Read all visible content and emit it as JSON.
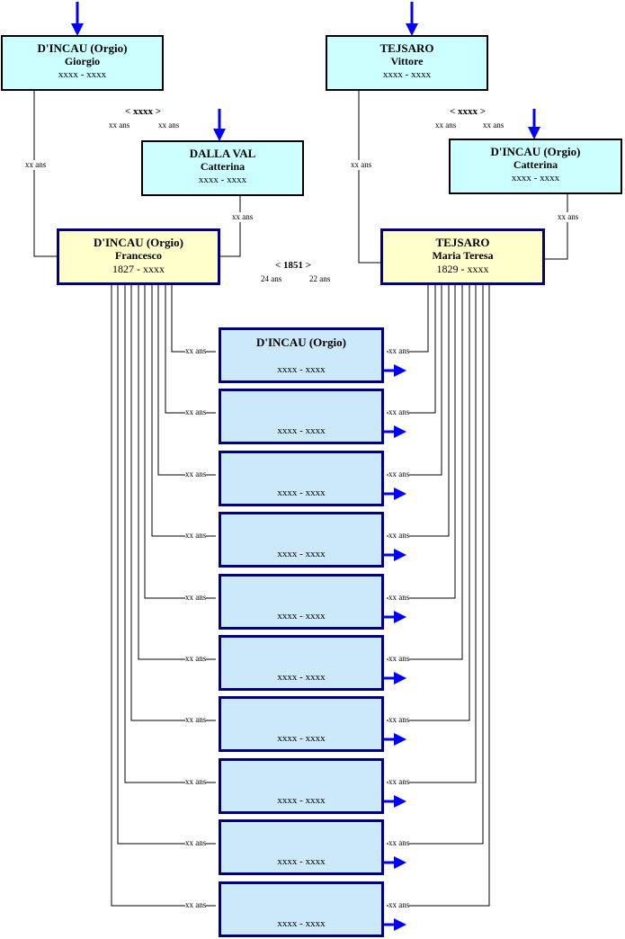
{
  "grandparents": {
    "paternal_father": {
      "surname": "D'INCAU (Orgio)",
      "given": "Giorgio",
      "dates": "xxxx - xxxx"
    },
    "paternal_mother": {
      "surname": "DALLA VAL",
      "given": "Catterina",
      "dates": "xxxx - xxxx"
    },
    "maternal_father": {
      "surname": "TEJSARO",
      "given": "Vittore",
      "dates": "xxxx - xxxx"
    },
    "maternal_mother": {
      "surname": "D'INCAU (Orgio)",
      "given": "Catterina",
      "dates": "xxxx - xxxx"
    }
  },
  "paternal_marriage": {
    "label": "< xxxx >",
    "age_husband": "xx ans",
    "age_wife": "xx ans"
  },
  "maternal_marriage": {
    "label": "< xxxx >",
    "age_husband": "xx ans",
    "age_wife": "xx ans"
  },
  "parents": {
    "father": {
      "surname": "D'INCAU (Orgio)",
      "given": "Francesco",
      "dates": "1827 - xxxx",
      "age_at_birth": "xx ans"
    },
    "mother": {
      "surname": "TEJSARO",
      "given": "Maria Teresa",
      "dates": "1829 - xxxx",
      "age_at_birth": "xx ans"
    }
  },
  "marriage": {
    "label": "< 1851 >",
    "age_husband": "24 ans",
    "age_wife": "22 ans"
  },
  "grandparent_ages": {
    "giorgio": "xx ans",
    "catterina_dalla_val": "xx ans",
    "vittore": "xx ans",
    "catterina_dincau": "xx ans"
  },
  "children": [
    {
      "surname": "D'INCAU (Orgio)",
      "dates": "xxxx - xxxx",
      "father_age": "xx ans",
      "mother_age": "xx ans"
    },
    {
      "surname": "",
      "dates": "xxxx - xxxx",
      "father_age": "xx ans",
      "mother_age": "xx ans"
    },
    {
      "surname": "",
      "dates": "xxxx - xxxx",
      "father_age": "xx ans",
      "mother_age": "xx ans"
    },
    {
      "surname": "",
      "dates": "xxxx - xxxx",
      "father_age": "xx ans",
      "mother_age": "xx ans"
    },
    {
      "surname": "",
      "dates": "xxxx - xxxx",
      "father_age": "xx ans",
      "mother_age": "xx ans"
    },
    {
      "surname": "",
      "dates": "xxxx - xxxx",
      "father_age": "xx ans",
      "mother_age": "xx ans"
    },
    {
      "surname": "",
      "dates": "xxxx - xxxx",
      "father_age": "xx ans",
      "mother_age": "xx ans"
    },
    {
      "surname": "",
      "dates": "xxxx - xxxx",
      "father_age": "xx ans",
      "mother_age": "xx ans"
    },
    {
      "surname": "",
      "dates": "xxxx - xxxx",
      "father_age": "xx ans",
      "mother_age": "xx ans"
    },
    {
      "surname": "",
      "dates": "xxxx - xxxx",
      "father_age": "xx ans",
      "mother_age": "xx ans"
    }
  ],
  "colors": {
    "grandparent_fill": "#ccffff",
    "parent_fill": "#ffffcc",
    "child_fill": "#cce8fb",
    "box_border": "#000080",
    "arrow": "#0000ff"
  }
}
